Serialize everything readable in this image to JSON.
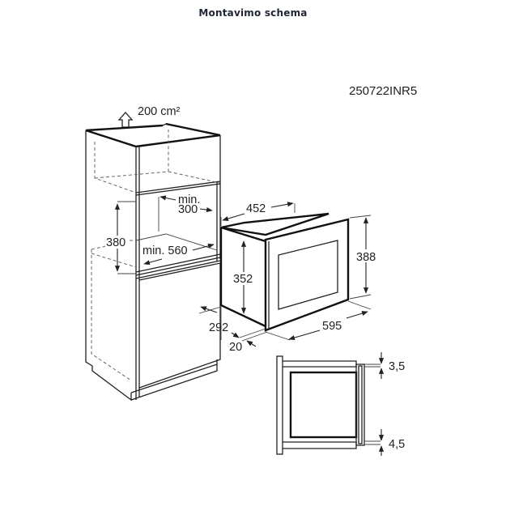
{
  "header": {
    "title": "Montavimo schema"
  },
  "diagram": {
    "model_code": "250722INR5",
    "ventilation": {
      "label": "200 cm²",
      "icon": "arrow-up-outline-icon"
    },
    "cabinet": {
      "niche_height": "380",
      "min_depth_label_line1": "min.",
      "min_depth_label_line2": "300",
      "min_width_label": "min. 560"
    },
    "appliance": {
      "depth": "452",
      "body_height": "352",
      "front_height": "388",
      "width": "595",
      "depth_behind_front": "292",
      "front_thickness": "20"
    },
    "cross_section": {
      "top_gap": "3,5",
      "bottom_gap": "4,5"
    },
    "colors": {
      "line": "#222222",
      "title": "#1f2533",
      "background": "#ffffff"
    }
  }
}
